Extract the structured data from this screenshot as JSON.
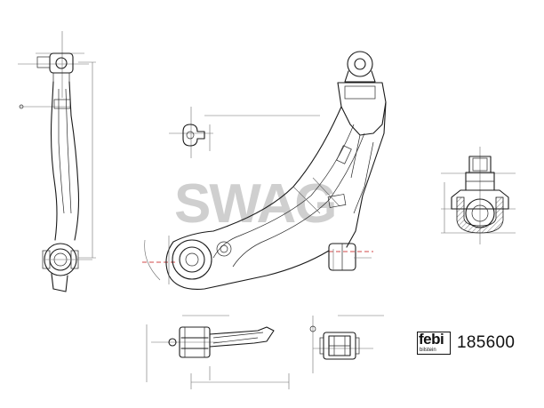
{
  "watermark": "SWAG",
  "brand": {
    "logo_text": "febi",
    "logo_subtext": "bilstein",
    "part_number": "185600"
  },
  "colors": {
    "line": "#1a1a1a",
    "dimension": "#6d6d6d",
    "centerline_red": "#d04848",
    "watermark": "#cfcfcf"
  },
  "views": {
    "side_view": "control-arm-side-view",
    "main_view": "control-arm-top-view",
    "ball_joint": "ball-joint-section",
    "bushing_front": "front-bushing-section",
    "bushing_rear": "rear-bushing-section",
    "mount_detail": "mount-detail-view"
  }
}
